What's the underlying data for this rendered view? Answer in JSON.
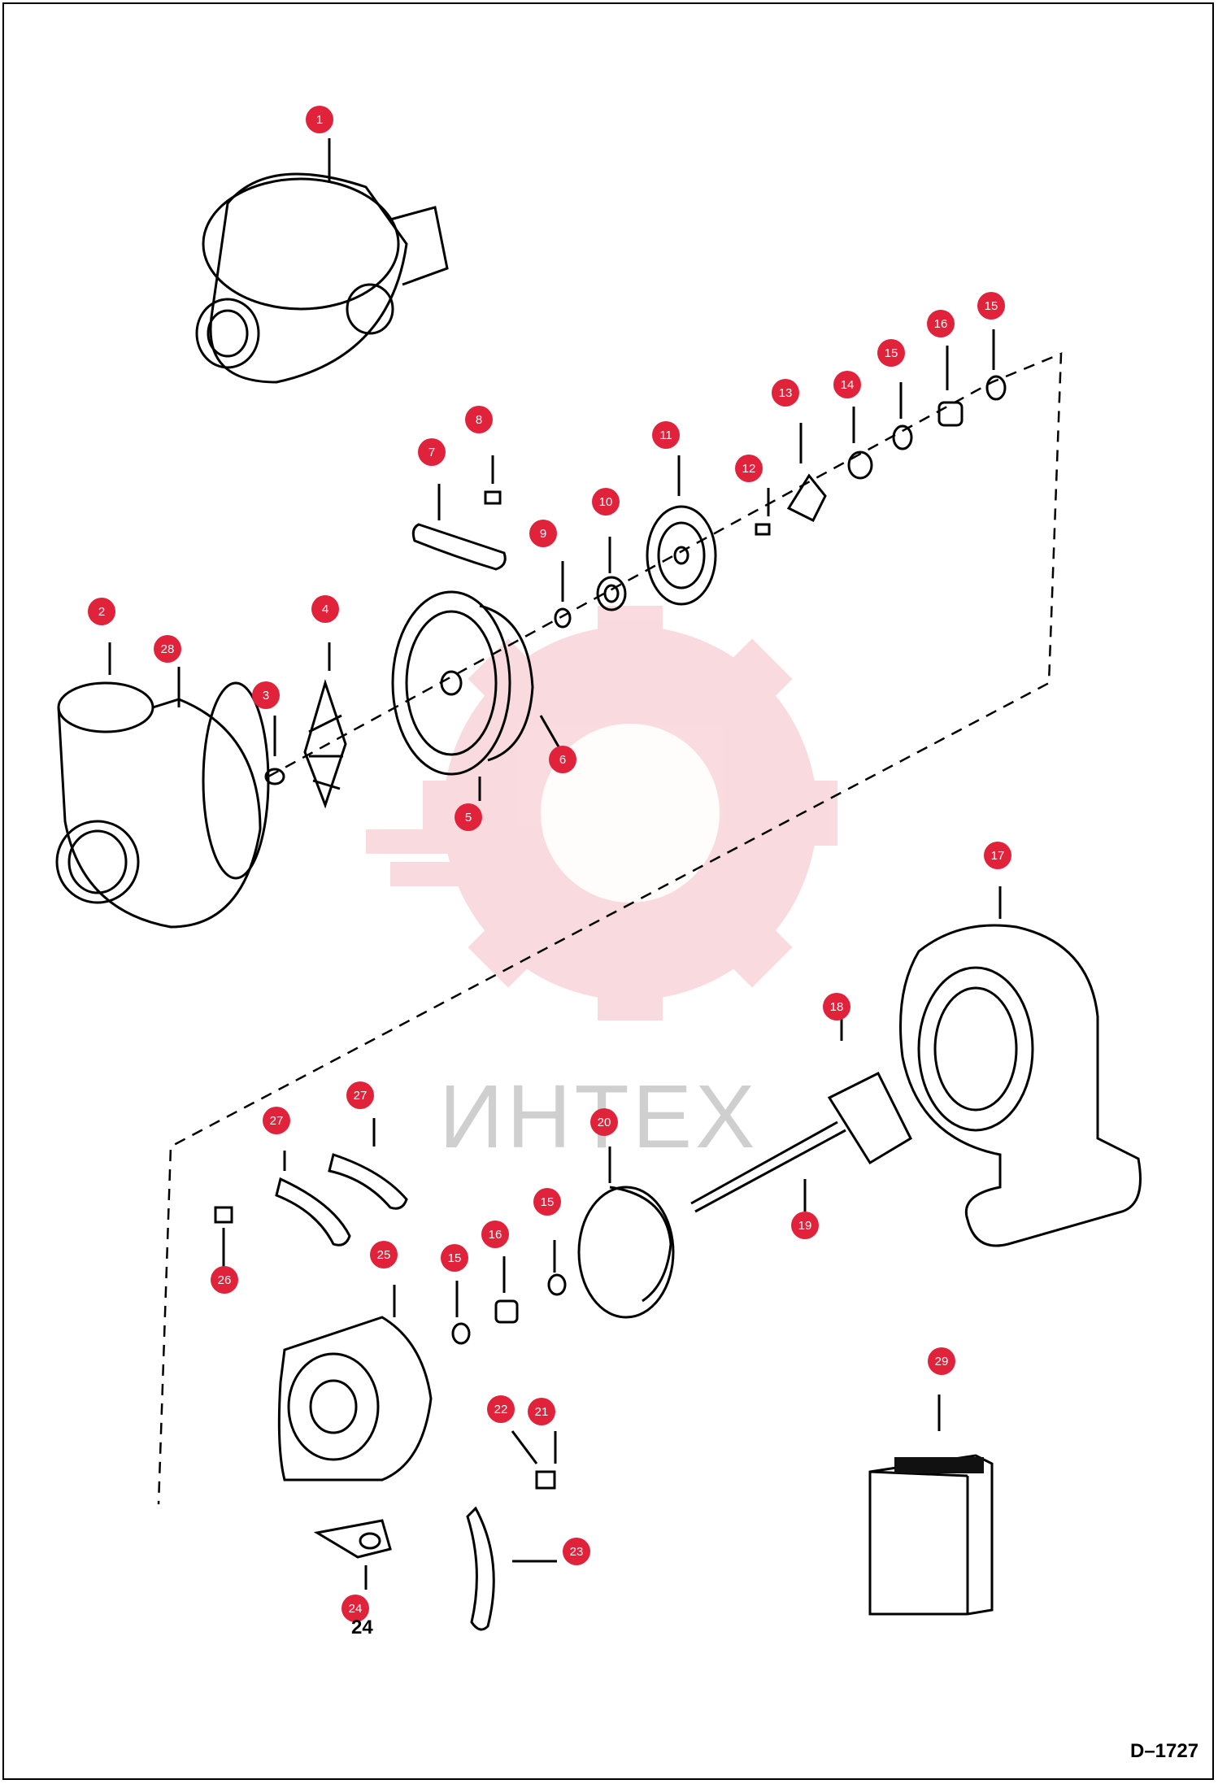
{
  "diagram": {
    "figure_id": "D–1727",
    "watermark_text": "ИНТЕХ",
    "accent_color": "#e0223a",
    "bottom_label": "24",
    "callouts": [
      {
        "label": "1"
      },
      {
        "label": "2"
      },
      {
        "label": "28"
      },
      {
        "label": "3"
      },
      {
        "label": "4"
      },
      {
        "label": "5"
      },
      {
        "label": "6"
      },
      {
        "label": "7"
      },
      {
        "label": "8"
      },
      {
        "label": "9"
      },
      {
        "label": "10"
      },
      {
        "label": "11"
      },
      {
        "label": "12"
      },
      {
        "label": "13"
      },
      {
        "label": "14"
      },
      {
        "label": "15"
      },
      {
        "label": "16"
      },
      {
        "label": "15"
      },
      {
        "label": "17"
      },
      {
        "label": "18"
      },
      {
        "label": "19"
      },
      {
        "label": "20"
      },
      {
        "label": "15"
      },
      {
        "label": "16"
      },
      {
        "label": "15"
      },
      {
        "label": "25"
      },
      {
        "label": "26"
      },
      {
        "label": "27"
      },
      {
        "label": "27"
      },
      {
        "label": "21"
      },
      {
        "label": "22"
      },
      {
        "label": "23"
      },
      {
        "label": "24"
      },
      {
        "label": "29"
      }
    ]
  }
}
